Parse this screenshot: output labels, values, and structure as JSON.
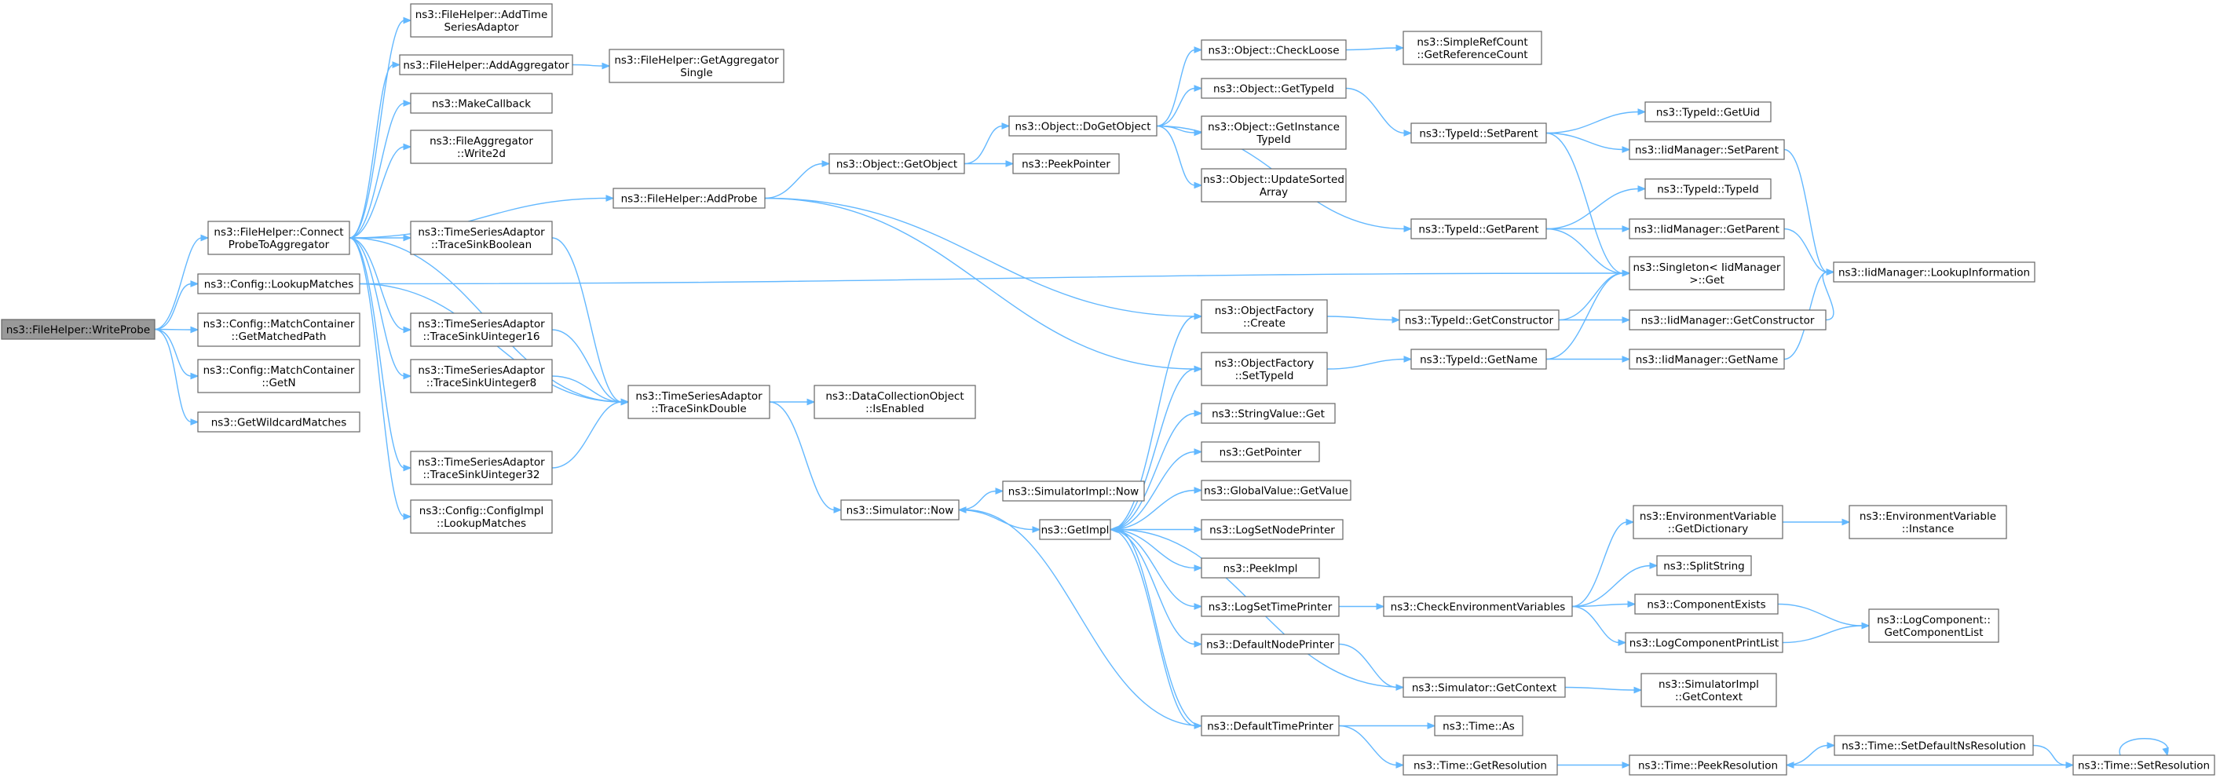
{
  "diagram": {
    "type": "call-graph",
    "edge_color": "#63b8ff",
    "node_border_color": "#666666",
    "root_fill_color": "#999999",
    "nodes": [
      {
        "id": "WriteProbe",
        "lines": [
          "ns3::FileHelper::WriteProbe"
        ],
        "root": true
      },
      {
        "id": "ConnectProbeToAggregator",
        "lines": [
          "ns3::FileHelper::Connect",
          "ProbeToAggregator"
        ]
      },
      {
        "id": "Config_LookupMatches",
        "lines": [
          "ns3::Config::LookupMatches"
        ]
      },
      {
        "id": "GetMatchedPath",
        "lines": [
          "ns3::Config::MatchContainer",
          "::GetMatchedPath"
        ]
      },
      {
        "id": "GetN",
        "lines": [
          "ns3::Config::MatchContainer",
          "::GetN"
        ]
      },
      {
        "id": "GetWildcardMatches",
        "lines": [
          "ns3::GetWildcardMatches"
        ]
      },
      {
        "id": "AddTimeSeriesAdaptor",
        "lines": [
          "ns3::FileHelper::AddTime",
          "SeriesAdaptor"
        ]
      },
      {
        "id": "AddAggregator",
        "lines": [
          "ns3::FileHelper::AddAggregator"
        ]
      },
      {
        "id": "MakeCallback",
        "lines": [
          "ns3::MakeCallback"
        ]
      },
      {
        "id": "Write2d",
        "lines": [
          "ns3::FileAggregator",
          "::Write2d"
        ]
      },
      {
        "id": "TraceSinkBoolean",
        "lines": [
          "ns3::TimeSeriesAdaptor",
          "::TraceSinkBoolean"
        ]
      },
      {
        "id": "TraceSinkUinteger16",
        "lines": [
          "ns3::TimeSeriesAdaptor",
          "::TraceSinkUinteger16"
        ]
      },
      {
        "id": "TraceSinkUinteger8",
        "lines": [
          "ns3::TimeSeriesAdaptor",
          "::TraceSinkUinteger8"
        ]
      },
      {
        "id": "TraceSinkUinteger32",
        "lines": [
          "ns3::TimeSeriesAdaptor",
          "::TraceSinkUinteger32"
        ]
      },
      {
        "id": "ConfigImpl_LookupMatches",
        "lines": [
          "ns3::Config::ConfigImpl",
          "::LookupMatches"
        ]
      },
      {
        "id": "GetAggregatorSingle",
        "lines": [
          "ns3::FileHelper::GetAggregator",
          "Single"
        ]
      },
      {
        "id": "AddProbe",
        "lines": [
          "ns3::FileHelper::AddProbe"
        ]
      },
      {
        "id": "TraceSinkDouble",
        "lines": [
          "ns3::TimeSeriesAdaptor",
          "::TraceSinkDouble"
        ]
      },
      {
        "id": "IsEnabled",
        "lines": [
          "ns3::DataCollectionObject",
          "::IsEnabled"
        ]
      },
      {
        "id": "GetObject",
        "lines": [
          "ns3::Object::GetObject"
        ]
      },
      {
        "id": "PeekPointer",
        "lines": [
          "ns3::PeekPointer"
        ]
      },
      {
        "id": "SimulatorNow",
        "lines": [
          "ns3::Simulator::Now"
        ]
      },
      {
        "id": "SimulatorImplNow",
        "lines": [
          "ns3::SimulatorImpl::Now"
        ]
      },
      {
        "id": "GetImpl",
        "lines": [
          "ns3::GetImpl"
        ]
      },
      {
        "id": "DoGetObject",
        "lines": [
          "ns3::Object::DoGetObject"
        ]
      },
      {
        "id": "CheckLoose",
        "lines": [
          "ns3::Object::CheckLoose"
        ]
      },
      {
        "id": "Object_GetTypeId",
        "lines": [
          "ns3::Object::GetTypeId"
        ]
      },
      {
        "id": "GetInstanceTypeId",
        "lines": [
          "ns3::Object::GetInstance",
          "TypeId"
        ]
      },
      {
        "id": "UpdateSortedArray",
        "lines": [
          "ns3::Object::UpdateSorted",
          "Array"
        ]
      },
      {
        "id": "GetReferenceCount",
        "lines": [
          "ns3::SimpleRefCount",
          "::GetReferenceCount"
        ]
      },
      {
        "id": "ObjectFactoryCreate",
        "lines": [
          "ns3::ObjectFactory",
          "::Create"
        ]
      },
      {
        "id": "ObjectFactorySetTypeId",
        "lines": [
          "ns3::ObjectFactory",
          "::SetTypeId"
        ]
      },
      {
        "id": "StringValueGet",
        "lines": [
          "ns3::StringValue::Get"
        ]
      },
      {
        "id": "GetPointer",
        "lines": [
          "ns3::GetPointer"
        ]
      },
      {
        "id": "GlobalValueGetValue",
        "lines": [
          "ns3::GlobalValue::GetValue"
        ]
      },
      {
        "id": "LogSetNodePrinter",
        "lines": [
          "ns3::LogSetNodePrinter"
        ]
      },
      {
        "id": "PeekImpl",
        "lines": [
          "ns3::PeekImpl"
        ]
      },
      {
        "id": "LogSetTimePrinter",
        "lines": [
          "ns3::LogSetTimePrinter"
        ]
      },
      {
        "id": "DefaultNodePrinter",
        "lines": [
          "ns3::DefaultNodePrinter"
        ]
      },
      {
        "id": "DefaultTimePrinter",
        "lines": [
          "ns3::DefaultTimePrinter"
        ]
      },
      {
        "id": "TypeIdSetParent",
        "lines": [
          "ns3::TypeId::SetParent"
        ]
      },
      {
        "id": "TypeIdGetParent",
        "lines": [
          "ns3::TypeId::GetParent"
        ]
      },
      {
        "id": "TypeIdGetConstructor",
        "lines": [
          "ns3::TypeId::GetConstructor"
        ]
      },
      {
        "id": "TypeIdGetName",
        "lines": [
          "ns3::TypeId::GetName"
        ]
      },
      {
        "id": "CheckEnvironmentVariables",
        "lines": [
          "ns3::CheckEnvironmentVariables"
        ]
      },
      {
        "id": "SimulatorGetContext",
        "lines": [
          "ns3::Simulator::GetContext"
        ]
      },
      {
        "id": "TimeAs",
        "lines": [
          "ns3::Time::As"
        ]
      },
      {
        "id": "TimeGetResolution",
        "lines": [
          "ns3::Time::GetResolution"
        ]
      },
      {
        "id": "TypeIdGetUid",
        "lines": [
          "ns3::TypeId::GetUid"
        ]
      },
      {
        "id": "IidSetParent",
        "lines": [
          "ns3::IidManager::SetParent"
        ]
      },
      {
        "id": "TypeIdTypeId",
        "lines": [
          "ns3::TypeId::TypeId"
        ]
      },
      {
        "id": "IidGetParent",
        "lines": [
          "ns3::IidManager::GetParent"
        ]
      },
      {
        "id": "SingletonGet",
        "lines": [
          "ns3::Singleton< IidManager",
          " >::Get"
        ]
      },
      {
        "id": "IidGetConstructor",
        "lines": [
          "ns3::IidManager::GetConstructor"
        ]
      },
      {
        "id": "IidGetName",
        "lines": [
          "ns3::IidManager::GetName"
        ]
      },
      {
        "id": "EnvGetDictionary",
        "lines": [
          "ns3::EnvironmentVariable",
          "::GetDictionary"
        ]
      },
      {
        "id": "SplitString",
        "lines": [
          "ns3::SplitString"
        ]
      },
      {
        "id": "ComponentExists",
        "lines": [
          "ns3::ComponentExists"
        ]
      },
      {
        "id": "LogComponentPrintList",
        "lines": [
          "ns3::LogComponentPrintList"
        ]
      },
      {
        "id": "SimulatorImplGetContext",
        "lines": [
          "ns3::SimulatorImpl",
          "::GetContext"
        ]
      },
      {
        "id": "TimePeekResolution",
        "lines": [
          "ns3::Time::PeekResolution"
        ]
      },
      {
        "id": "LookupInformation",
        "lines": [
          "ns3::IidManager::LookupInformation"
        ]
      },
      {
        "id": "EnvInstance",
        "lines": [
          "ns3::EnvironmentVariable",
          "::Instance"
        ]
      },
      {
        "id": "GetComponentList",
        "lines": [
          "ns3::LogComponent::",
          "GetComponentList"
        ]
      },
      {
        "id": "SetDefaultNsResolution",
        "lines": [
          "ns3::Time::SetDefaultNsResolution"
        ]
      },
      {
        "id": "TimeSetResolution",
        "lines": [
          "ns3::Time::SetResolution"
        ]
      }
    ],
    "edges": [
      [
        "WriteProbe",
        "ConnectProbeToAggregator"
      ],
      [
        "WriteProbe",
        "Config_LookupMatches"
      ],
      [
        "WriteProbe",
        "GetMatchedPath"
      ],
      [
        "WriteProbe",
        "GetN"
      ],
      [
        "WriteProbe",
        "GetWildcardMatches"
      ],
      [
        "ConnectProbeToAggregator",
        "AddTimeSeriesAdaptor"
      ],
      [
        "ConnectProbeToAggregator",
        "AddAggregator"
      ],
      [
        "ConnectProbeToAggregator",
        "MakeCallback"
      ],
      [
        "ConnectProbeToAggregator",
        "Write2d"
      ],
      [
        "ConnectProbeToAggregator",
        "AddProbe"
      ],
      [
        "ConnectProbeToAggregator",
        "TraceSinkBoolean"
      ],
      [
        "ConnectProbeToAggregator",
        "TraceSinkUinteger16"
      ],
      [
        "ConnectProbeToAggregator",
        "TraceSinkUinteger8"
      ],
      [
        "ConnectProbeToAggregator",
        "TraceSinkUinteger32"
      ],
      [
        "ConnectProbeToAggregator",
        "TraceSinkDouble"
      ],
      [
        "ConnectProbeToAggregator",
        "ConfigImpl_LookupMatches"
      ],
      [
        "Config_LookupMatches",
        "SingletonGet"
      ],
      [
        "Config_LookupMatches",
        "TraceSinkDouble"
      ],
      [
        "AddAggregator",
        "GetAggregatorSingle"
      ],
      [
        "TraceSinkBoolean",
        "TraceSinkDouble"
      ],
      [
        "TraceSinkUinteger16",
        "TraceSinkDouble"
      ],
      [
        "TraceSinkUinteger8",
        "TraceSinkDouble"
      ],
      [
        "TraceSinkUinteger32",
        "TraceSinkDouble"
      ],
      [
        "AddProbe",
        "GetObject"
      ],
      [
        "AddProbe",
        "ObjectFactoryCreate"
      ],
      [
        "AddProbe",
        "ObjectFactorySetTypeId"
      ],
      [
        "TraceSinkDouble",
        "IsEnabled"
      ],
      [
        "TraceSinkDouble",
        "SimulatorNow"
      ],
      [
        "GetObject",
        "DoGetObject"
      ],
      [
        "GetObject",
        "PeekPointer"
      ],
      [
        "SimulatorNow",
        "SimulatorImplNow"
      ],
      [
        "SimulatorNow",
        "GetImpl"
      ],
      [
        "DoGetObject",
        "CheckLoose"
      ],
      [
        "DoGetObject",
        "Object_GetTypeId"
      ],
      [
        "DoGetObject",
        "GetInstanceTypeId"
      ],
      [
        "DoGetObject",
        "UpdateSortedArray"
      ],
      [
        "DoGetObject",
        "TypeIdGetParent"
      ],
      [
        "CheckLoose",
        "GetReferenceCount"
      ],
      [
        "Object_GetTypeId",
        "TypeIdSetParent"
      ],
      [
        "GetImpl",
        "ObjectFactoryCreate"
      ],
      [
        "GetImpl",
        "ObjectFactorySetTypeId"
      ],
      [
        "GetImpl",
        "StringValueGet"
      ],
      [
        "GetImpl",
        "GetPointer"
      ],
      [
        "GetImpl",
        "GlobalValueGetValue"
      ],
      [
        "GetImpl",
        "LogSetNodePrinter"
      ],
      [
        "GetImpl",
        "PeekImpl"
      ],
      [
        "GetImpl",
        "LogSetTimePrinter"
      ],
      [
        "GetImpl",
        "DefaultNodePrinter"
      ],
      [
        "GetImpl",
        "DefaultTimePrinter"
      ],
      [
        "ObjectFactoryCreate",
        "TypeIdGetConstructor"
      ],
      [
        "ObjectFactorySetTypeId",
        "TypeIdGetName"
      ],
      [
        "LogSetTimePrinter",
        "CheckEnvironmentVariables"
      ],
      [
        "DefaultNodePrinter",
        "SimulatorGetContext"
      ],
      [
        "DefaultTimePrinter",
        "TimeAs"
      ],
      [
        "DefaultTimePrinter",
        "TimeGetResolution"
      ],
      [
        "DefaultTimePrinter",
        "SimulatorNow"
      ],
      [
        "DefaultTimePrinter",
        "GetImpl"
      ],
      [
        "SimulatorGetContext",
        "GetImpl"
      ],
      [
        "SimulatorGetContext",
        "SimulatorImplGetContext"
      ],
      [
        "TypeIdSetParent",
        "TypeIdGetUid"
      ],
      [
        "TypeIdSetParent",
        "IidSetParent"
      ],
      [
        "TypeIdSetParent",
        "SingletonGet"
      ],
      [
        "TypeIdGetParent",
        "TypeIdTypeId"
      ],
      [
        "TypeIdGetParent",
        "IidGetParent"
      ],
      [
        "TypeIdGetParent",
        "SingletonGet"
      ],
      [
        "TypeIdGetConstructor",
        "SingletonGet"
      ],
      [
        "TypeIdGetConstructor",
        "IidGetConstructor"
      ],
      [
        "TypeIdGetName",
        "SingletonGet"
      ],
      [
        "TypeIdGetName",
        "IidGetName"
      ],
      [
        "IidSetParent",
        "LookupInformation"
      ],
      [
        "IidGetParent",
        "LookupInformation"
      ],
      [
        "IidGetConstructor",
        "LookupInformation"
      ],
      [
        "IidGetName",
        "LookupInformation"
      ],
      [
        "CheckEnvironmentVariables",
        "EnvGetDictionary"
      ],
      [
        "CheckEnvironmentVariables",
        "SplitString"
      ],
      [
        "CheckEnvironmentVariables",
        "ComponentExists"
      ],
      [
        "CheckEnvironmentVariables",
        "LogComponentPrintList"
      ],
      [
        "EnvGetDictionary",
        "EnvInstance"
      ],
      [
        "ComponentExists",
        "GetComponentList"
      ],
      [
        "LogComponentPrintList",
        "GetComponentList"
      ],
      [
        "TimeGetResolution",
        "TimePeekResolution"
      ],
      [
        "TimePeekResolution",
        "SetDefaultNsResolution"
      ],
      [
        "SetDefaultNsResolution",
        "TimeSetResolution"
      ],
      [
        "TimeSetResolution",
        "TimePeekResolution"
      ],
      [
        "TimeSetResolution",
        "TimeSetResolution"
      ]
    ]
  }
}
